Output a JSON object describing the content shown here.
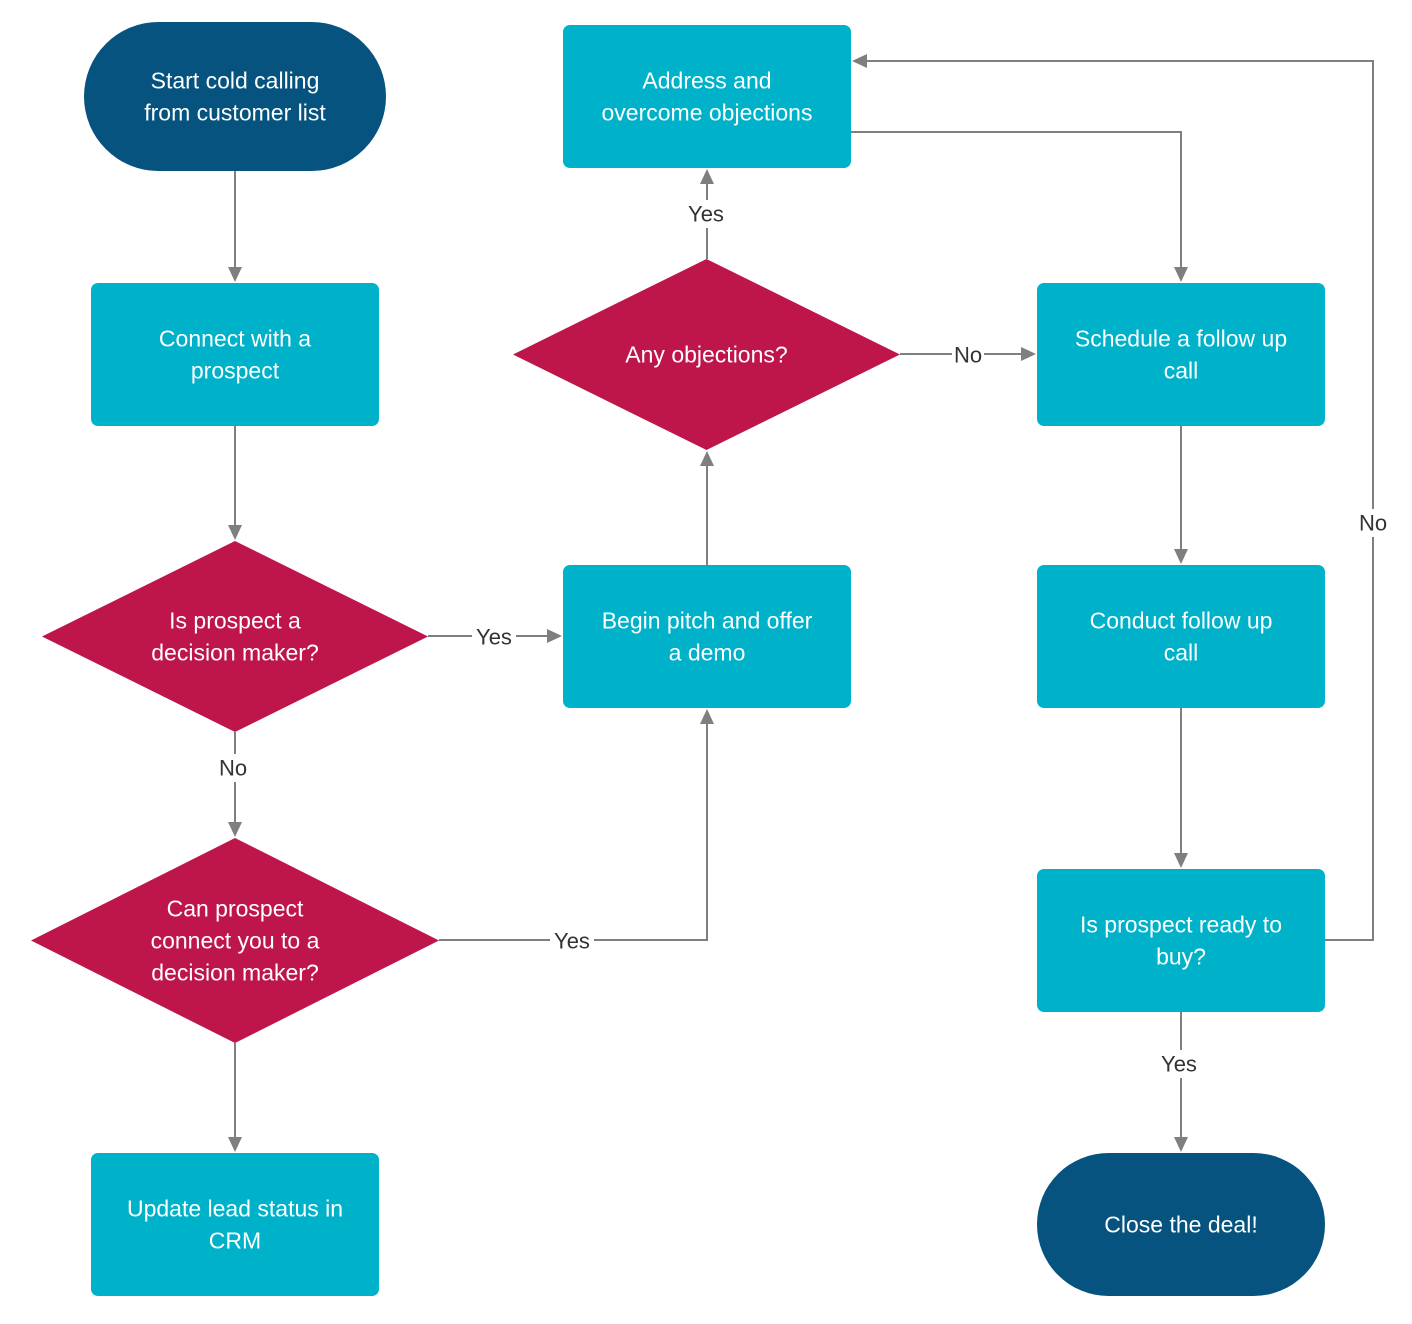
{
  "colors": {
    "terminal": "#05537E",
    "process": "#00B2C9",
    "decision": "#BE154B",
    "connector": "#7F7F7F",
    "node_text": "#FFFFFF",
    "label_text": "#333333"
  },
  "nodes": {
    "start": {
      "shape": "terminal",
      "lines": [
        "Start cold calling",
        "from customer list"
      ]
    },
    "connect": {
      "shape": "process",
      "lines": [
        "Connect with a",
        "prospect"
      ]
    },
    "is_decision_maker": {
      "shape": "decision",
      "lines": [
        "Is prospect a",
        "decision maker?"
      ]
    },
    "can_connect": {
      "shape": "decision",
      "lines": [
        "Can prospect",
        "connect you to a",
        "decision maker?"
      ]
    },
    "update_crm": {
      "shape": "process",
      "lines": [
        "Update lead status in",
        "CRM"
      ]
    },
    "begin_pitch": {
      "shape": "process",
      "lines": [
        "Begin pitch and offer",
        "a demo"
      ]
    },
    "any_objections": {
      "shape": "decision",
      "lines": [
        "Any objections?"
      ]
    },
    "address_objections": {
      "shape": "process",
      "lines": [
        "Address and",
        "overcome objections"
      ]
    },
    "schedule_followup": {
      "shape": "process",
      "lines": [
        "Schedule a follow up",
        "call"
      ]
    },
    "conduct_followup": {
      "shape": "process",
      "lines": [
        "Conduct follow up",
        "call"
      ]
    },
    "ready_to_buy": {
      "shape": "process",
      "lines": [
        "Is prospect ready to",
        "buy?"
      ]
    },
    "close_deal": {
      "shape": "terminal",
      "lines": [
        "Close the deal!"
      ]
    }
  },
  "edges": [
    {
      "id": "start-connect",
      "from": "start",
      "to": "connect",
      "label": ""
    },
    {
      "id": "connect-isdm",
      "from": "connect",
      "to": "is_decision_maker",
      "label": ""
    },
    {
      "id": "isdm-pitch",
      "from": "is_decision_maker",
      "to": "begin_pitch",
      "label": "Yes"
    },
    {
      "id": "isdm-canconnect",
      "from": "is_decision_maker",
      "to": "can_connect",
      "label": "No"
    },
    {
      "id": "canconnect-crm",
      "from": "can_connect",
      "to": "update_crm",
      "label": ""
    },
    {
      "id": "canconnect-pitch",
      "from": "can_connect",
      "to": "begin_pitch",
      "label": "Yes"
    },
    {
      "id": "pitch-objections",
      "from": "begin_pitch",
      "to": "any_objections",
      "label": ""
    },
    {
      "id": "objections-address",
      "from": "any_objections",
      "to": "address_objections",
      "label": "Yes"
    },
    {
      "id": "objections-schedule",
      "from": "any_objections",
      "to": "schedule_followup",
      "label": "No"
    },
    {
      "id": "address-schedule",
      "from": "address_objections",
      "to": "schedule_followup",
      "label": ""
    },
    {
      "id": "schedule-conduct",
      "from": "schedule_followup",
      "to": "conduct_followup",
      "label": ""
    },
    {
      "id": "conduct-ready",
      "from": "conduct_followup",
      "to": "ready_to_buy",
      "label": ""
    },
    {
      "id": "ready-close",
      "from": "ready_to_buy",
      "to": "close_deal",
      "label": "Yes"
    },
    {
      "id": "ready-address",
      "from": "ready_to_buy",
      "to": "address_objections",
      "label": "No"
    }
  ]
}
